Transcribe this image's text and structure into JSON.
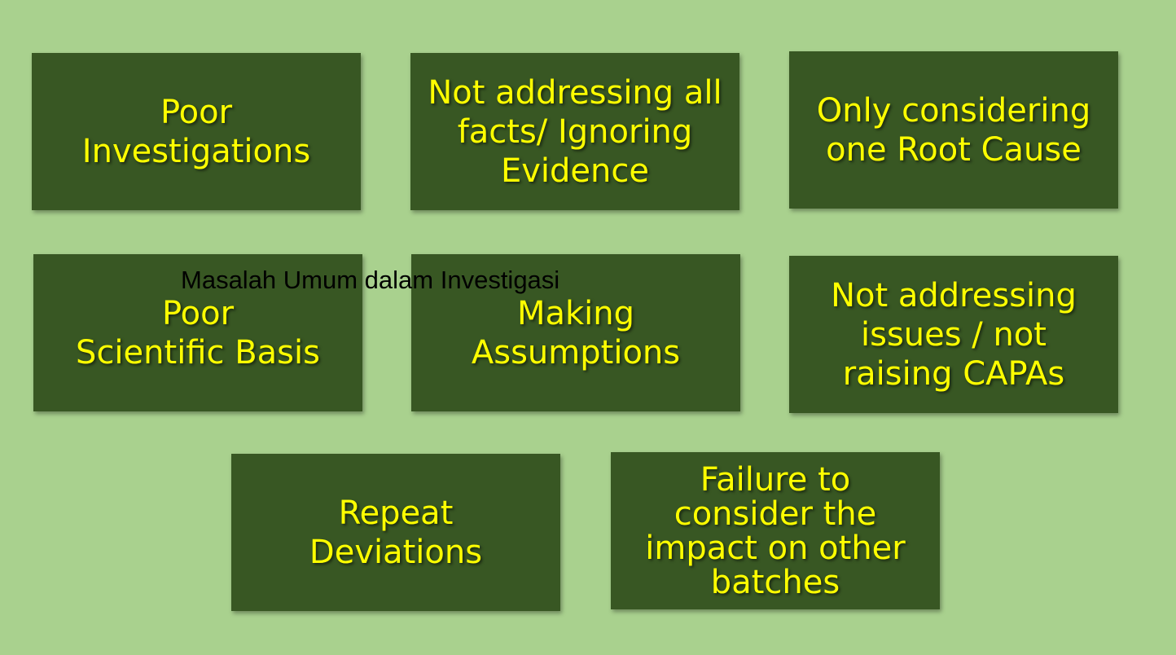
{
  "title": "Masalah Umum dalam Investigasi",
  "colors": {
    "background": "#a9d18e",
    "box_fill": "#385723",
    "box_text": "#ffff00",
    "title_text": "#000000"
  },
  "boxes": [
    {
      "label": "Poor\nInvestigations"
    },
    {
      "label": "Not addressing all\nfacts/ Ignoring\nEvidence"
    },
    {
      "label": "Only considering\none Root Cause"
    },
    {
      "label": "Poor\nScientific Basis"
    },
    {
      "label": "Making\nAssumptions"
    },
    {
      "label": "Not addressing\nissues / not\nraising CAPAs"
    },
    {
      "label": "Repeat\nDeviations"
    },
    {
      "label": "Failure to\nconsider the\nimpact on other\nbatches"
    }
  ]
}
